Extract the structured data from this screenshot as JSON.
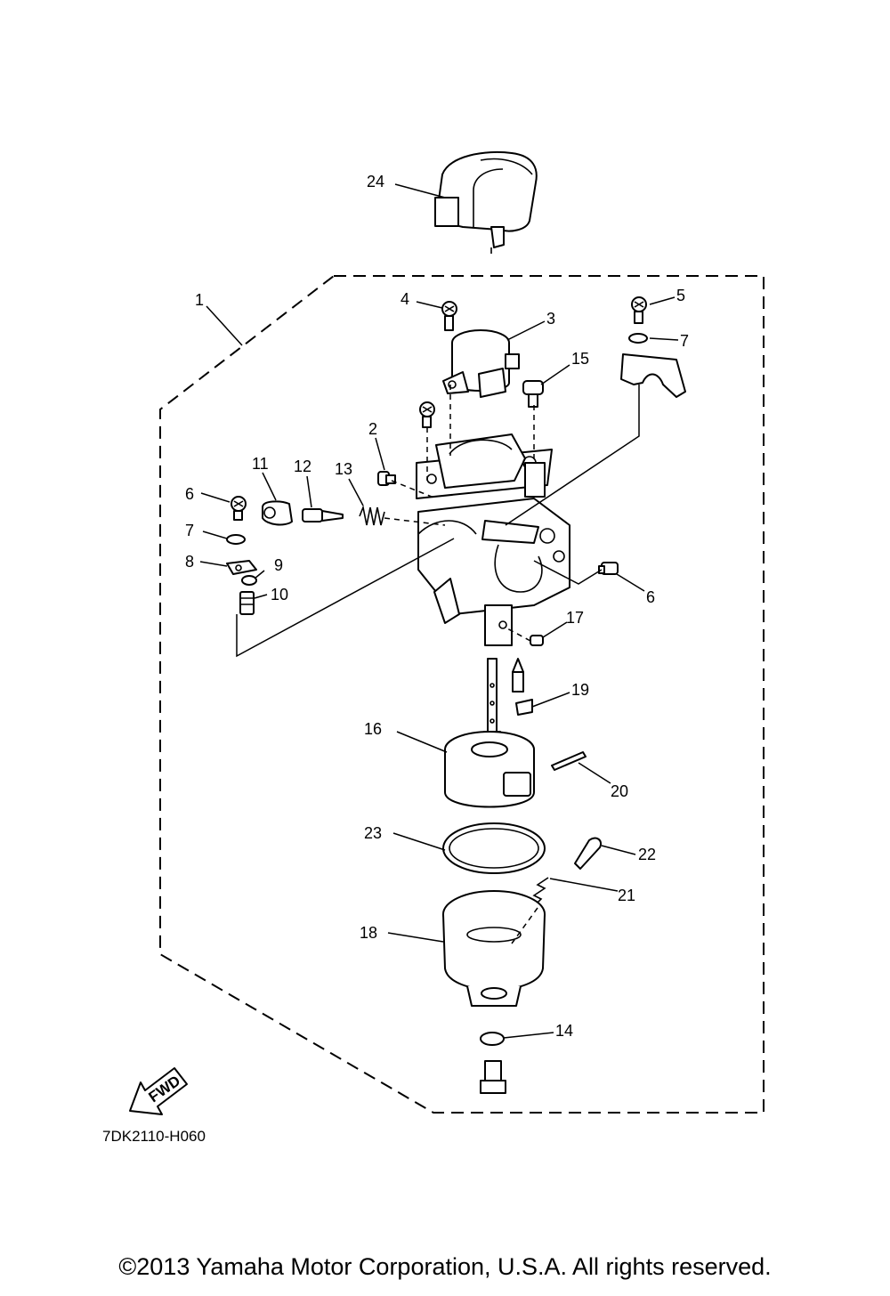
{
  "diagram": {
    "callouts": [
      "1",
      "2",
      "3",
      "4",
      "5",
      "6",
      "6",
      "7",
      "7",
      "8",
      "9",
      "10",
      "11",
      "12",
      "13",
      "14",
      "15",
      "16",
      "17",
      "18",
      "19",
      "20",
      "21",
      "22",
      "23",
      "24"
    ],
    "fwd_label": "FWD",
    "diagram_code": "7DK2110-H060"
  },
  "footer": {
    "copyright": "©2013 Yamaha Motor Corporation, U.S.A. All rights reserved."
  }
}
